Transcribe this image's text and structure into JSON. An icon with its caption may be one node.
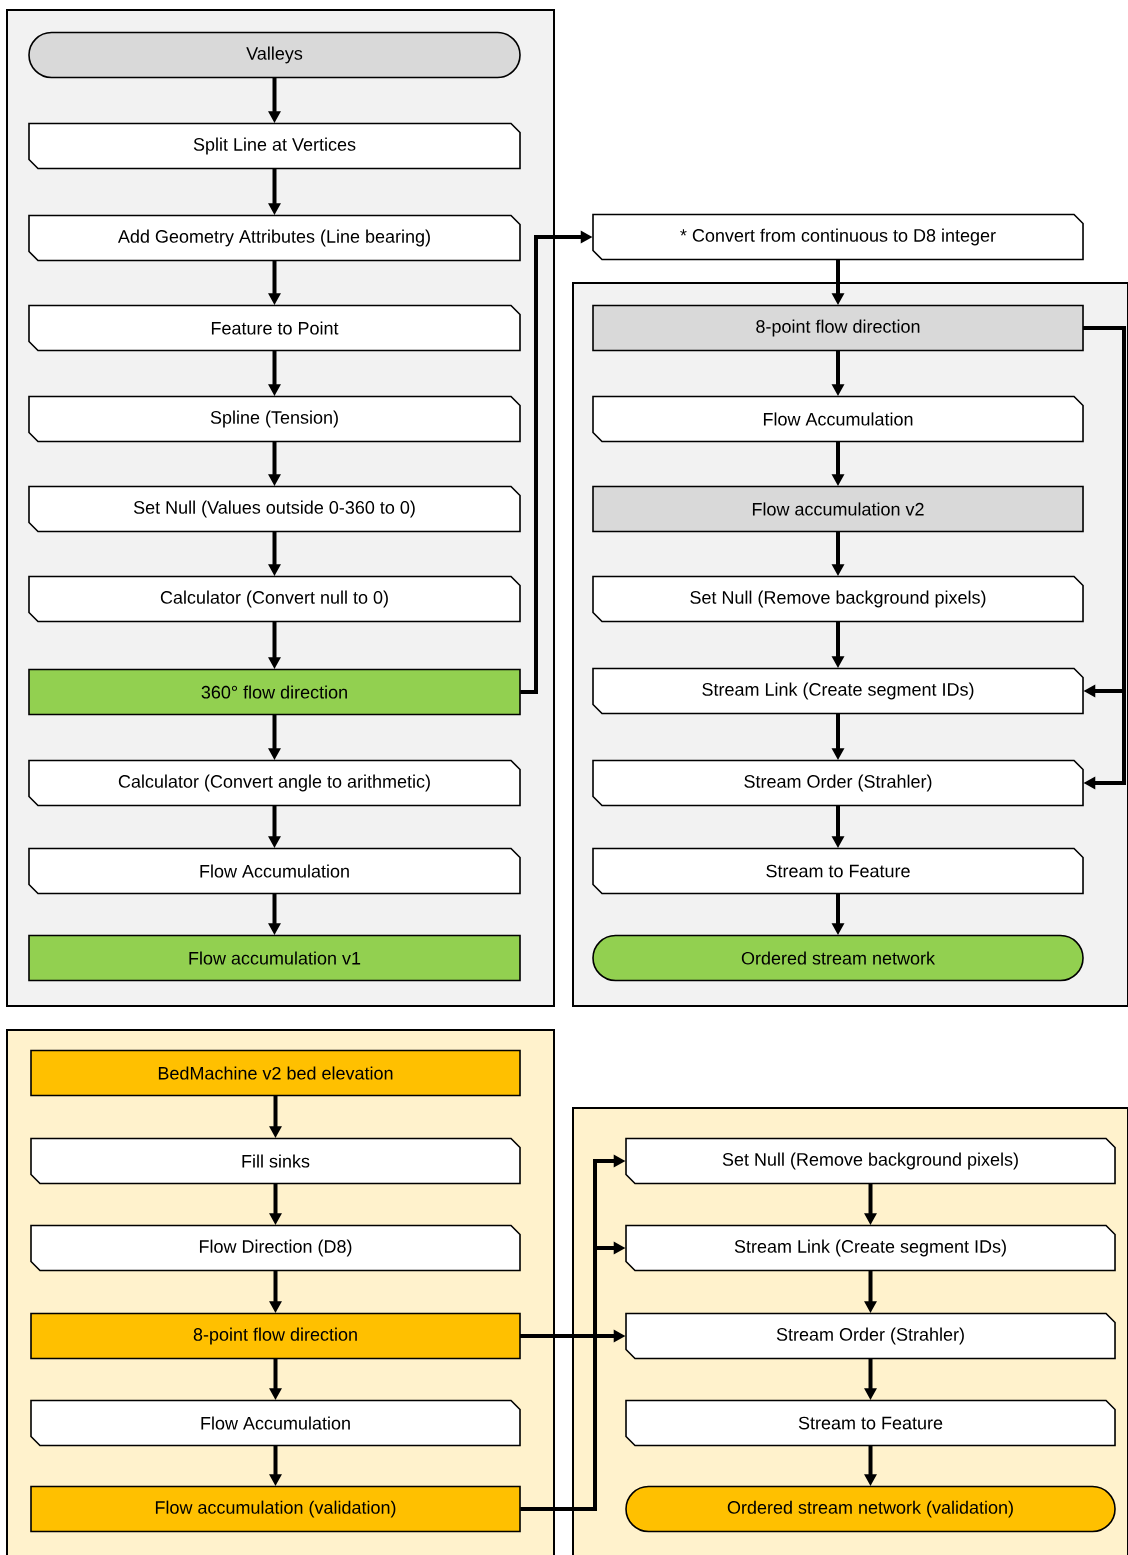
{
  "diagram": {
    "nodes": [
      {
        "text": [
          "Valleys"
        ]
      },
      {
        "text": [
          "Split Line at Vertices"
        ]
      },
      {
        "text": [
          "Add Geometry Attributes (Line bearing)"
        ]
      },
      {
        "text": [
          "Feature to Point"
        ]
      },
      {
        "text": [
          "Spline (Tension)"
        ]
      },
      {
        "text": [
          "Set Null (Values outside 0-360 to 0)"
        ]
      },
      {
        "text": [
          "Calculator (Convert null to 0)"
        ]
      },
      {
        "text": [
          "360° flow direction"
        ]
      },
      {
        "text": [
          "Calculator (Convert angle to arithmetic)"
        ]
      },
      {
        "text": [
          "Flow Accumulation"
        ]
      },
      {
        "text": [
          "Flow accumulation v1"
        ]
      },
      {
        "text": [
          "* Convert from continuous to D8 integer"
        ]
      },
      {
        "text": [
          "8-point flow direction"
        ]
      },
      {
        "text": [
          "Flow Accumulation"
        ]
      },
      {
        "text": [
          "Flow accumulation v2"
        ]
      },
      {
        "text": [
          "Set Null (Remove background pixels)"
        ]
      },
      {
        "text": [
          "Stream Link (Create segment IDs)"
        ]
      },
      {
        "text": [
          "Stream Order (Strahler)"
        ]
      },
      {
        "text": [
          "Stream to Feature"
        ]
      },
      {
        "text": [
          "Ordered stream network"
        ]
      },
      {
        "text": [
          "BedMachine v2 bed elevation"
        ]
      },
      {
        "text": [
          "Fill sinks"
        ]
      },
      {
        "text": [
          "Flow Direction (D8)"
        ]
      },
      {
        "text": [
          "8-point flow direction"
        ]
      },
      {
        "text": [
          "Flow Accumulation"
        ]
      },
      {
        "text": [
          "Flow accumulation (validation)"
        ]
      },
      {
        "text": [
          "Set Null (Remove background pixels)"
        ]
      },
      {
        "text": [
          "Stream Link (Create segment IDs)"
        ]
      },
      {
        "text": [
          "Stream Order (Strahler)"
        ]
      },
      {
        "text": [
          "Stream to Feature"
        ]
      },
      {
        "text": [
          "Ordered stream network (validation)"
        ]
      }
    ],
    "edges": [
      {
        "from": 0,
        "to": 1,
        "arrow": "to"
      },
      {
        "from": 1,
        "to": 2,
        "arrow": "to"
      },
      {
        "from": 2,
        "to": 3,
        "arrow": "to"
      },
      {
        "from": 3,
        "to": 4,
        "arrow": "to"
      },
      {
        "from": 4,
        "to": 5,
        "arrow": "to"
      },
      {
        "from": 5,
        "to": 6,
        "arrow": "to"
      },
      {
        "from": 6,
        "to": 7,
        "arrow": "to"
      },
      {
        "from": 7,
        "to": 8,
        "arrow": "to"
      },
      {
        "from": 8,
        "to": 9,
        "arrow": "to"
      },
      {
        "from": 9,
        "to": 10,
        "arrow": "to"
      },
      {
        "from": 7,
        "to": 11,
        "arrow": "to"
      },
      {
        "from": 11,
        "to": 12,
        "arrow": "to"
      },
      {
        "from": 12,
        "to": 13,
        "arrow": "to"
      },
      {
        "from": 13,
        "to": 14,
        "arrow": "to"
      },
      {
        "from": 14,
        "to": 15,
        "arrow": "to"
      },
      {
        "from": 15,
        "to": 16,
        "arrow": "to"
      },
      {
        "from": 16,
        "to": 17,
        "arrow": "to"
      },
      {
        "from": 17,
        "to": 18,
        "arrow": "to"
      },
      {
        "from": 18,
        "to": 19,
        "arrow": "to"
      },
      {
        "from": 12,
        "to": 16,
        "arrow": "to"
      },
      {
        "from": 12,
        "to": 17,
        "arrow": "to"
      },
      {
        "from": 20,
        "to": 21,
        "arrow": "to"
      },
      {
        "from": 21,
        "to": 22,
        "arrow": "to"
      },
      {
        "from": 22,
        "to": 23,
        "arrow": "to"
      },
      {
        "from": 23,
        "to": 24,
        "arrow": "to"
      },
      {
        "from": 24,
        "to": 25,
        "arrow": "to"
      },
      {
        "from": 25,
        "to": 26,
        "arrow": "to"
      },
      {
        "from": 26,
        "to": 27,
        "arrow": "to"
      },
      {
        "from": 27,
        "to": 28,
        "arrow": "to"
      },
      {
        "from": 28,
        "to": 29,
        "arrow": "to"
      },
      {
        "from": 29,
        "to": 30,
        "arrow": "to"
      },
      {
        "from": 23,
        "to": 27,
        "arrow": "to"
      },
      {
        "from": 23,
        "to": 28,
        "arrow": "to"
      }
    ]
  }
}
